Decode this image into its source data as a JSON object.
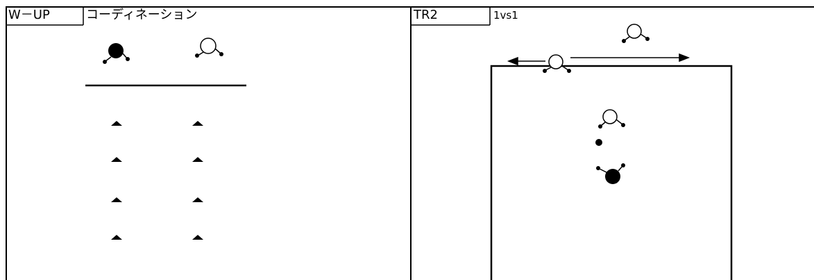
{
  "left_panel": {
    "tag": "W－UP",
    "title": "コーディネーション"
  },
  "right_panel": {
    "tag": "TR2",
    "title": "1vs1"
  },
  "colors": {
    "line": "#000000",
    "background": "#ffffff"
  },
  "icons": [
    "player-black-icon",
    "player-white-icon",
    "cone-icon",
    "ball-icon",
    "double-arrow-icon"
  ]
}
